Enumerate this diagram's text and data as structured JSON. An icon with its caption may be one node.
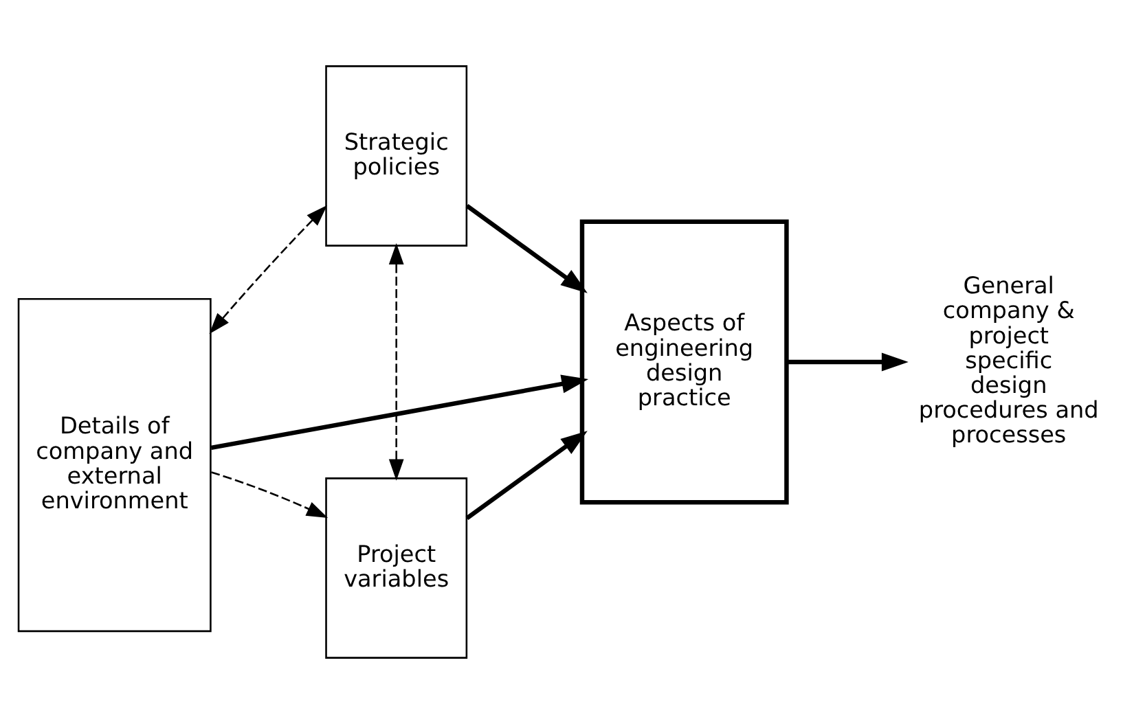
{
  "diagram": {
    "nodes": [
      {
        "text": [
          "Strategic policies"
        ]
      },
      {
        "text": [
          "Details of company and external environment"
        ]
      },
      {
        "text": [
          "Aspects of engineering design practice"
        ]
      },
      {
        "text": [
          "General company & project specific design procedures and processes"
        ]
      },
      {
        "text": [
          "Project variables"
        ]
      }
    ],
    "edges": [
      {
        "from": 0,
        "to": 1,
        "arrow": "both",
        "style": "dashed"
      },
      {
        "from": 0,
        "to": 4,
        "arrow": "both",
        "style": "dashed"
      },
      {
        "from": 1,
        "to": 4,
        "arrow": "to",
        "style": "dashed"
      },
      {
        "from": 0,
        "to": 2,
        "arrow": "to"
      },
      {
        "from": 1,
        "to": 2,
        "arrow": "to"
      },
      {
        "from": 4,
        "to": 2,
        "arrow": "to"
      },
      {
        "from": 2,
        "to": 3,
        "arrow": "to"
      }
    ]
  }
}
